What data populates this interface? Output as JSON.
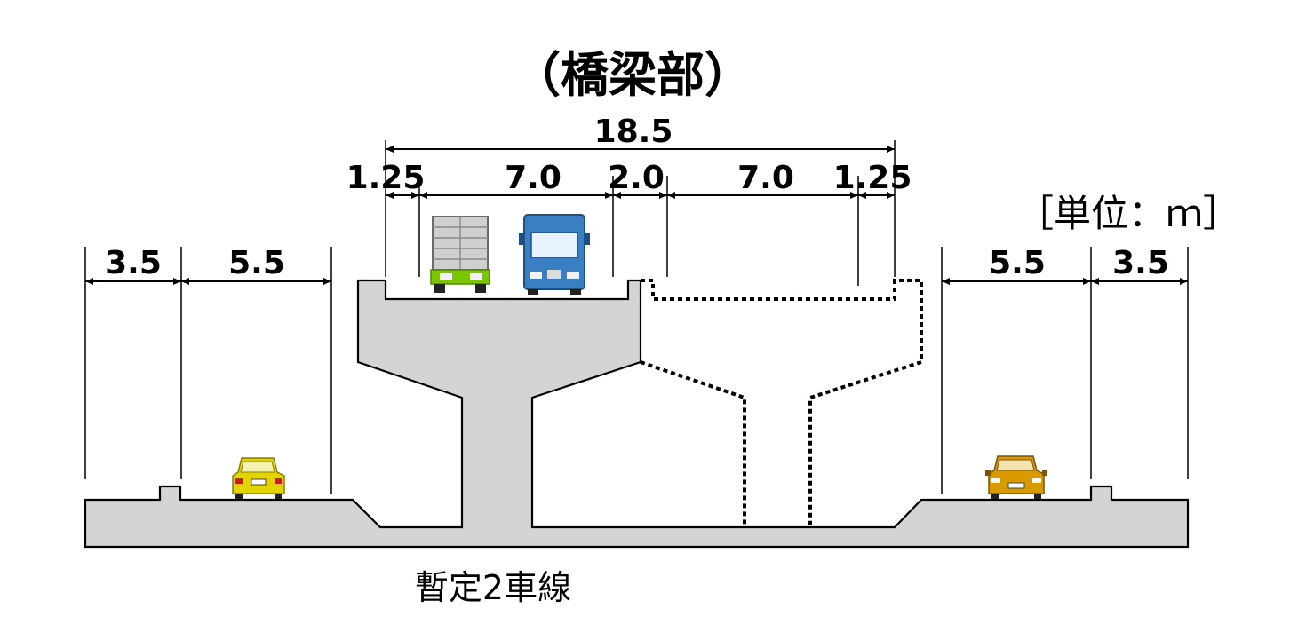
{
  "title": "（橋梁部）",
  "unit_note": "［単位：ｍ］",
  "caption": "暫定2車線",
  "dimensions": {
    "overall": "18.5",
    "bridge_left_shoulder": "1.25",
    "bridge_left_lanes": "7.0",
    "bridge_median": "2.0",
    "bridge_right_lanes": "7.0",
    "bridge_right_shoulder": "1.25",
    "left_sidewalk": "3.5",
    "left_road": "5.5",
    "right_road": "5.5",
    "right_sidewalk": "3.5"
  },
  "colors": {
    "structure_fill": "#d4d4d4",
    "left_car": "#e3d400",
    "right_car": "#d99a00",
    "truck_cab": "#3a7fc4",
    "box_truck_body": "#c8c8c8",
    "box_truck_bumper": "#7cc600"
  },
  "icons": [
    "box-truck-icon",
    "cab-truck-icon",
    "yellow-car-icon",
    "orange-car-icon"
  ]
}
